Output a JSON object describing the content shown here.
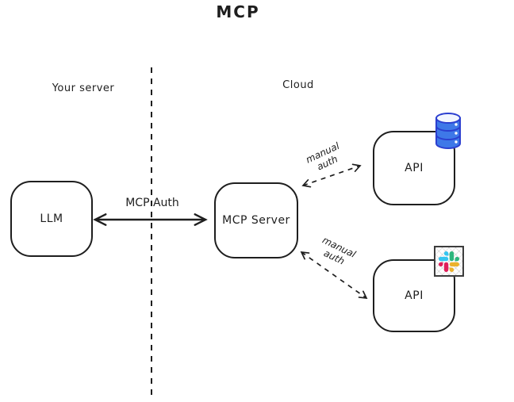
{
  "title": "MCP",
  "regions": {
    "left_label": "Your server",
    "right_label": "Cloud"
  },
  "nodes": {
    "llm": {
      "label": "LLM"
    },
    "mcp_server": {
      "label": "MCP Server"
    },
    "api_top": {
      "label": "API",
      "icon": "database-icon"
    },
    "api_bottom": {
      "label": "API",
      "icon": "slack-icon"
    }
  },
  "edges": {
    "llm_mcp": {
      "label": "MCP Auth",
      "style": "solid",
      "direction": "both"
    },
    "mcp_api_top": {
      "label": "manual auth",
      "style": "dashed",
      "direction": "both"
    },
    "mcp_api_bottom": {
      "label": "manual auth",
      "style": "dashed",
      "direction": "both"
    }
  },
  "colors": {
    "stroke": "#1e1e1e",
    "database_fill": "#3e78e8",
    "database_stroke": "#2b3fd0",
    "slack_blue": "#36C5F0",
    "slack_green": "#2EB67D",
    "slack_red": "#E01E5A",
    "slack_yellow": "#ECB22C"
  }
}
